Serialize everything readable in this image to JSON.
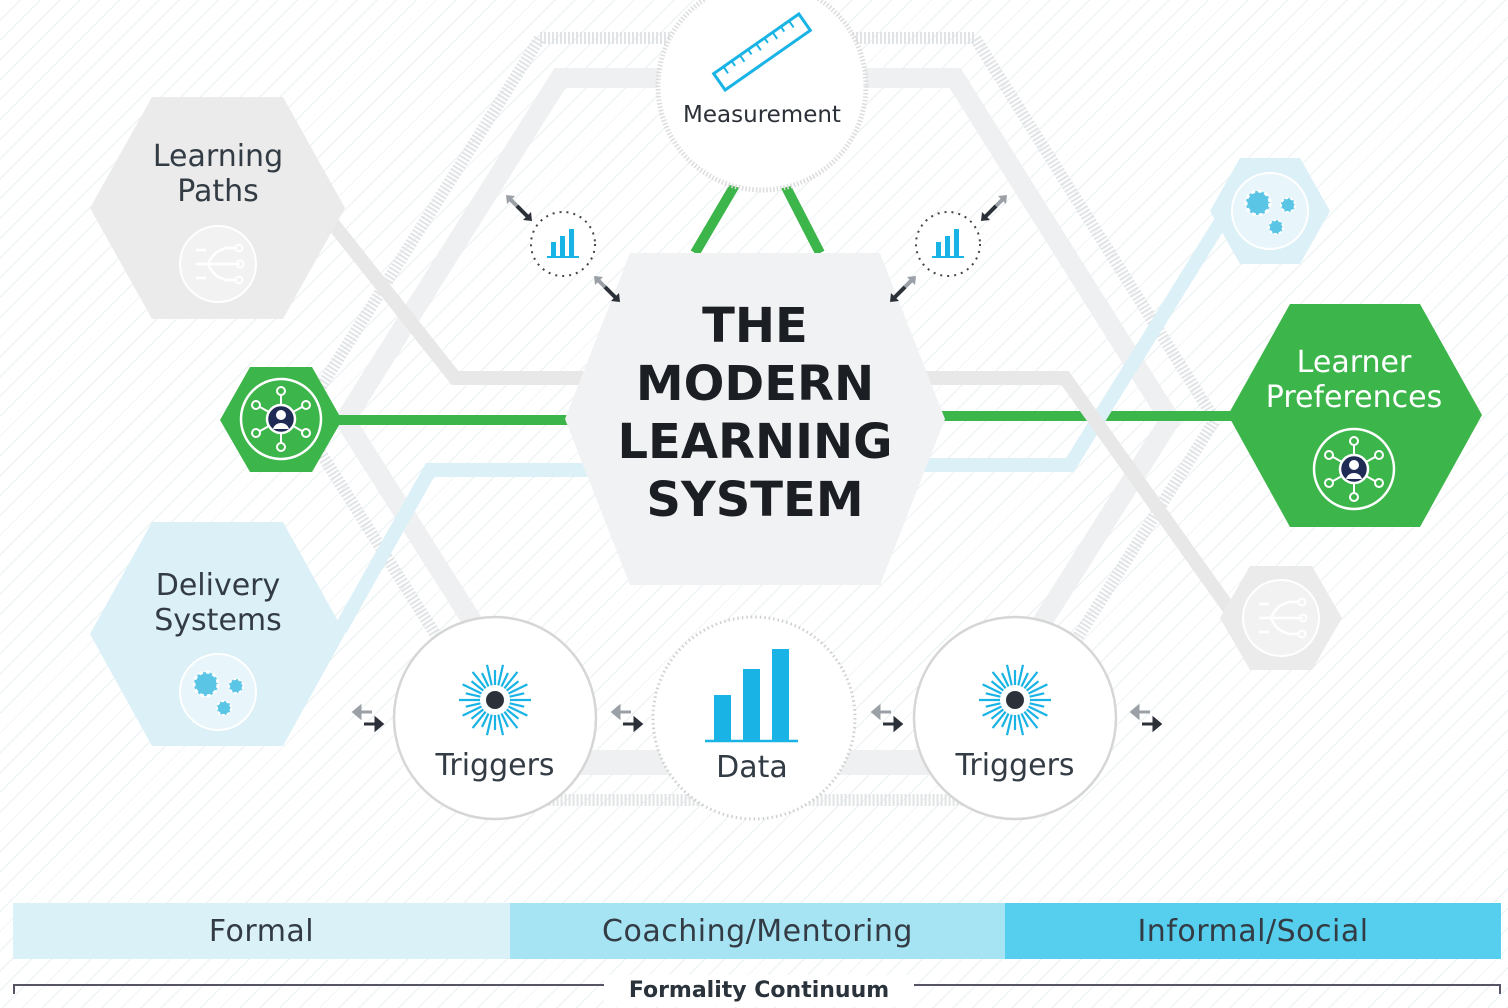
{
  "title": {
    "line1": "THE",
    "line2": "MODERN",
    "line3": "LEARNING",
    "line4": "SYSTEM"
  },
  "nodes": {
    "measurement": "Measurement",
    "learning_paths": {
      "line1": "Learning",
      "line2": "Paths"
    },
    "delivery_systems": {
      "line1": "Delivery",
      "line2": "Systems"
    },
    "learner_preferences": {
      "line1": "Learner",
      "line2": "Preferences"
    },
    "triggers_left": "Triggers",
    "data": "Data",
    "triggers_right": "Triggers"
  },
  "continuum": {
    "segments": [
      "Formal",
      "Coaching/Mentoring",
      "Informal/Social"
    ],
    "label": "Formality Continuum"
  },
  "colors": {
    "green": "#3cb54a",
    "gray_hex": "#ebebeb",
    "light_blue_hex": "#dcf0f7",
    "dark_text": "#1b1e22",
    "cyan_icon": "#1ab3e5"
  },
  "icons": [
    "ruler-icon",
    "bar-chart-icon",
    "network-path-icon",
    "gears-icon",
    "user-network-icon",
    "burst-icon",
    "double-arrow-icon"
  ]
}
